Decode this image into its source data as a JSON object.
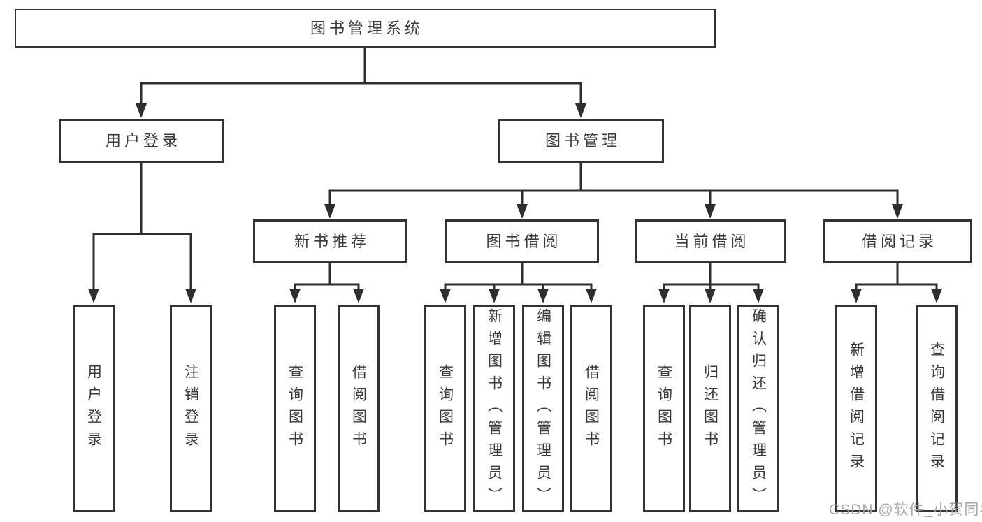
{
  "tree": {
    "label": "图书管理系统",
    "children": [
      {
        "label": "用户登录",
        "children": [
          {
            "label": "用户登录"
          },
          {
            "label": "注销登录"
          }
        ]
      },
      {
        "label": "图书管理",
        "children": [
          {
            "label": "新书推荐",
            "children": [
              {
                "label": "查询图书"
              },
              {
                "label": "借阅图书"
              }
            ]
          },
          {
            "label": "图书借阅",
            "children": [
              {
                "label": "查询图书"
              },
              {
                "label": "新增图书（管理员）"
              },
              {
                "label": "编辑图书（管理员）"
              },
              {
                "label": "借阅图书"
              }
            ]
          },
          {
            "label": "当前借阅",
            "children": [
              {
                "label": "查询图书"
              },
              {
                "label": "归还图书"
              },
              {
                "label": "确认归还（管理员）"
              }
            ]
          },
          {
            "label": "借阅记录",
            "children": [
              {
                "label": "新增借阅记录"
              },
              {
                "label": "查询借阅记录"
              }
            ]
          }
        ]
      }
    ]
  },
  "watermark": {
    "text": "CSDN @软件_小贺同学"
  },
  "colors": {
    "line": "#2e2e2e",
    "box_border": "#333333",
    "text": "#3a3a3a",
    "watermark": "#a2a2a2",
    "background": "#ffffff"
  }
}
